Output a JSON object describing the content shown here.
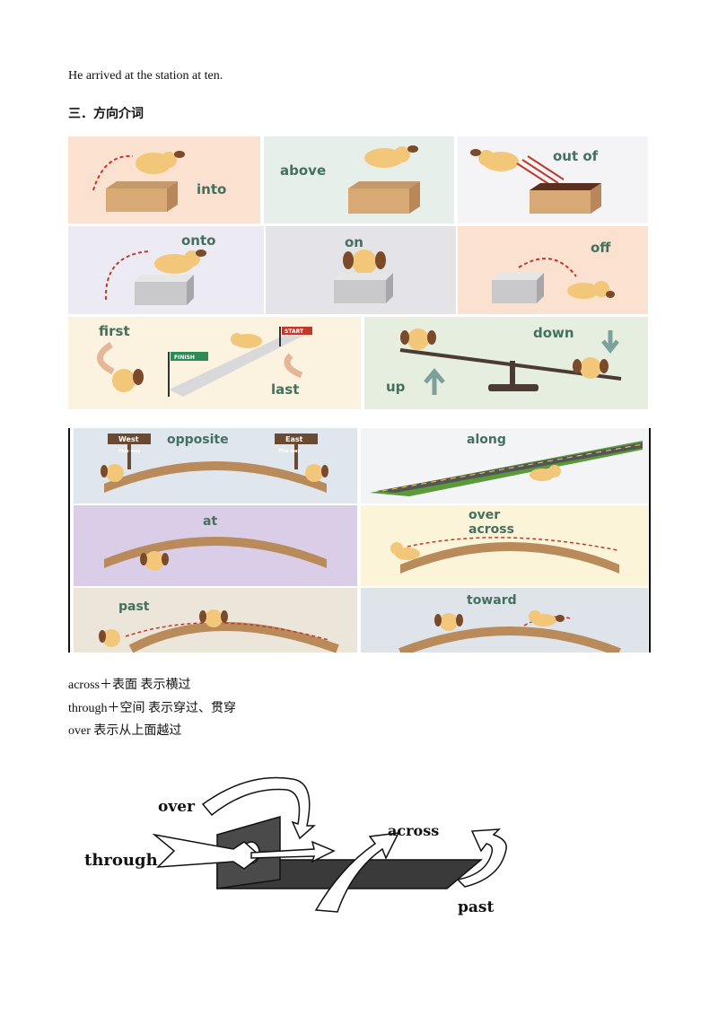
{
  "intro_sentence": "He arrived at the station at ten.",
  "section_heading": "三．方向介词",
  "figure1": {
    "panels": {
      "into": "into",
      "above": "above",
      "out_of": "out of",
      "onto": "onto",
      "on": "on",
      "off": "off",
      "first": "first",
      "last": "last",
      "finish_flag": "FINISH",
      "start_flag": "START",
      "down": "down",
      "up": "up"
    },
    "colors": {
      "peach": "#fbe1cf",
      "mint": "#e6efe9",
      "white_panel": "#f4f4f6",
      "lavender": "#ecebf3",
      "grey": "#e4e4e8",
      "cream": "#fbf3df",
      "sage": "#e6eedf",
      "label_teal": "#44705f"
    }
  },
  "figure2": {
    "panels": {
      "opposite": "opposite",
      "sign_west": "West",
      "sign_west_sub": "This way",
      "sign_east": "East",
      "sign_east_sub": "This way",
      "along": "along",
      "at": "at",
      "over": "over",
      "across": "across",
      "past": "past",
      "toward": "toward"
    },
    "colors": {
      "blue_panel": "#dfe6ee",
      "light_panel": "#f3f4f6",
      "purple_panel": "#d9cde8",
      "yellow_panel": "#fbf4d8",
      "beige_panel": "#ece5da",
      "bridge": "#b98a5a",
      "label_teal": "#44705f"
    }
  },
  "notes": [
    "across＋表面 表示横过",
    "through＋空间 表示穿过、贯穿",
    "over 表示从上面越过"
  ],
  "figure3": {
    "over": "over",
    "through": "through",
    "across": "across",
    "past": "past"
  }
}
